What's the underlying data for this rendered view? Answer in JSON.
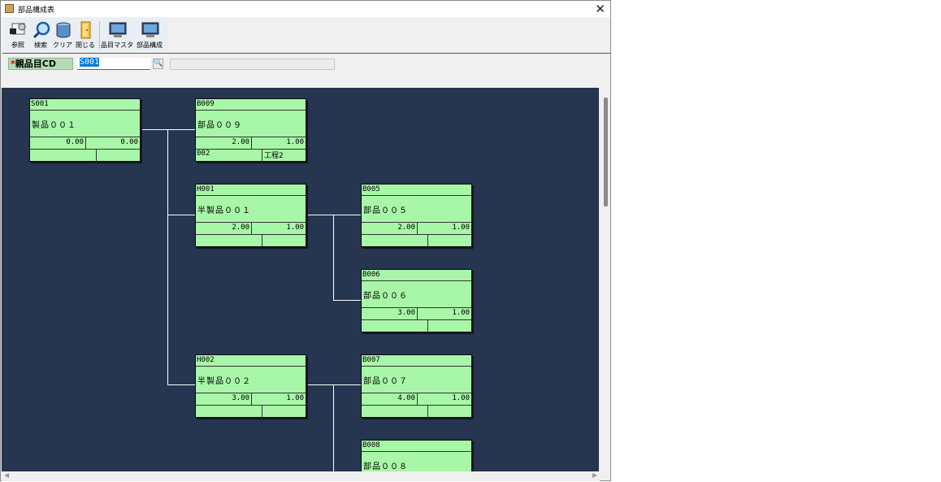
{
  "window": {
    "title": "部品構成表"
  },
  "toolbar": {
    "buttons": [
      {
        "label": "参照",
        "icon": "reference-icon"
      },
      {
        "label": "検索",
        "icon": "search-icon"
      },
      {
        "label": "クリア",
        "icon": "clear-icon"
      },
      {
        "label": "閉じる",
        "icon": "close-door-icon"
      },
      {
        "label": "品目マスタ",
        "icon": "item-master-icon"
      },
      {
        "label": "部品構成",
        "icon": "bom-icon"
      }
    ]
  },
  "form": {
    "required_mark": "*",
    "product_code_label": "親品目CD",
    "product_code_value": "S001",
    "product_name_value": ""
  },
  "tree": {
    "nodes": [
      {
        "code": "S001",
        "name": "製品００１",
        "qty": "0.00",
        "ratio": "0.00",
        "process_code": "",
        "process_name": ""
      },
      {
        "code": "B009",
        "name": "部品００９",
        "qty": "2.00",
        "ratio": "1.00",
        "process_code": "002",
        "process_name": "工程2"
      },
      {
        "code": "H001",
        "name": "半製品００１",
        "qty": "2.00",
        "ratio": "1.00",
        "process_code": "",
        "process_name": ""
      },
      {
        "code": "B005",
        "name": "部品００５",
        "qty": "2.00",
        "ratio": "1.00",
        "process_code": "",
        "process_name": ""
      },
      {
        "code": "B006",
        "name": "部品００６",
        "qty": "3.00",
        "ratio": "1.00",
        "process_code": "",
        "process_name": ""
      },
      {
        "code": "H002",
        "name": "半製品００２",
        "qty": "3.00",
        "ratio": "1.00",
        "process_code": "",
        "process_name": ""
      },
      {
        "code": "B007",
        "name": "部品００７",
        "qty": "4.00",
        "ratio": "1.00",
        "process_code": "",
        "process_name": ""
      },
      {
        "code": "B008",
        "name": "部品００８",
        "qty": "",
        "ratio": "",
        "process_code": "",
        "process_name": ""
      }
    ]
  },
  "colors": {
    "canvas": "#263550",
    "node": "#a8f7a8",
    "connector": "#ffffff",
    "required": "#e00000",
    "label_bg": "#b3dcb3"
  }
}
